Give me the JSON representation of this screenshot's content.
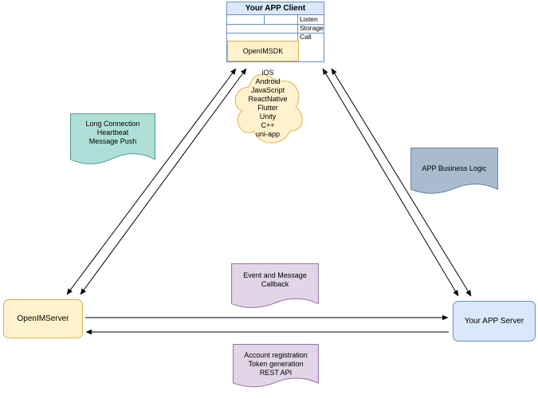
{
  "colors": {
    "blue_fill": "#dae8fc",
    "blue_stroke": "#6c8ebf",
    "yellow_fill": "#fff2cc",
    "yellow_stroke": "#d6b656",
    "teal_fill": "#b0dfd8",
    "teal_stroke": "#4f9a93",
    "slate_fill": "#a9bcce",
    "slate_stroke": "#67809a",
    "purple_fill": "#e1d5e7",
    "purple_stroke": "#9673a6",
    "arrow": "#000000"
  },
  "client_box": {
    "title": "Your APP Client",
    "rows": [
      "Listen",
      "Storage",
      "Call"
    ],
    "sdk_label": "OpenIMSDK"
  },
  "platform_cloud": {
    "text": "iOS\nAndroid\nJavaScript\nReactNative\nFlutter\nUnity\nC++\nuni-app"
  },
  "notes": {
    "long_connection": "Long Connection\nHeartbeat\nMessage Push",
    "business_logic": "APP Business Logic",
    "event_callback": "Event and Message\nCallback",
    "rest_api": "Account registration\nToken generation\nREST API"
  },
  "nodes": {
    "openim_server": "OpenIMServer",
    "app_server": "Your APP Server"
  }
}
